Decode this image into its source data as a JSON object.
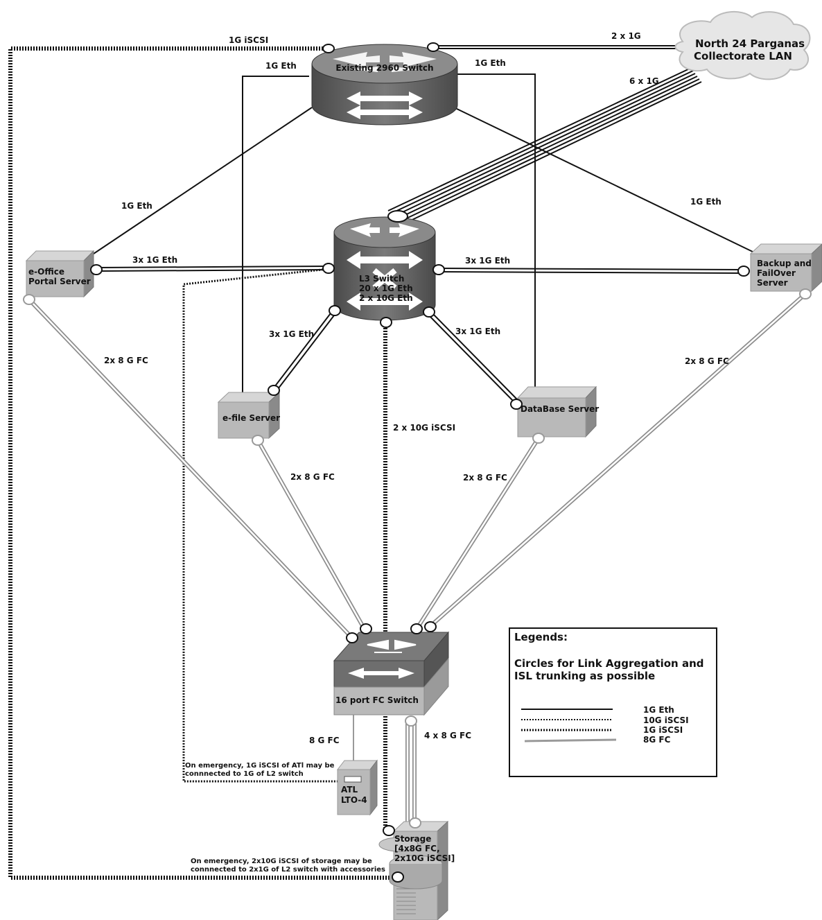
{
  "nodes": {
    "cloud": {
      "line1": "North 24 Parganas",
      "line2": "Collectorate LAN"
    },
    "core_switch": {
      "label": "Existing 2960 Switch"
    },
    "l3_switch": {
      "line1": "L3 Switch",
      "line2": "20 x 1G Eth",
      "line3": "2 x 10G Eth"
    },
    "eoffice": {
      "line1": "e-Office",
      "line2": "Portal Server"
    },
    "backup": {
      "line1": "Backup and",
      "line2": "FailOver",
      "line3": "Server"
    },
    "efile": {
      "label": "e-file Server"
    },
    "database": {
      "label": "DataBase Server"
    },
    "fc_switch": {
      "label": "16 port FC Switch"
    },
    "tape": {
      "line1": "ATL",
      "line2": "LTO-4"
    },
    "storage": {
      "line1": "Storage",
      "line2": "[4x8G FC,",
      "line3": "2x10G iSCSI]"
    }
  },
  "links": {
    "iscsi_top": "1G iSCSI",
    "cloud_core": "2 x 1G",
    "cloud_l3": "6 x 1G",
    "core_efile": "1G Eth",
    "core_db": "1G Eth",
    "core_eoffice": "1G Eth",
    "core_backup": "1G Eth",
    "l3_eoffice": "3x 1G Eth",
    "l3_backup": "3x 1G Eth",
    "l3_efile": "3x 1G Eth",
    "l3_db": "3x 1G Eth",
    "l3_storage": "2 x 10G iSCSI",
    "fc_eoffice": "2x 8 G FC",
    "fc_backup": "2x 8 G FC",
    "fc_efile": "2x 8 G FC",
    "fc_db": "2x 8 G FC",
    "fc_tape": "8 G FC",
    "fc_storage": "4 x 8 G FC"
  },
  "notes": {
    "tape_line1": "On emergency, 1G iSCSI of ATl may be",
    "tape_line2": "connnected to 1G of L2 switch",
    "storage_line1": "On emergency, 2x10G iSCSI of storage may be",
    "storage_line2": "connnected to 2x1G of L2 switch with accessories"
  },
  "legend": {
    "title": "Legends:",
    "desc1": "Circles for Link Aggregation and",
    "desc2": "ISL trunking as possible",
    "items": [
      "1G Eth",
      "10G iSCSI",
      "1G iSCSI",
      "8G FC"
    ]
  },
  "colors": {
    "device": "#b9b9b9",
    "device_dark": "#8a8a8a",
    "switch": "#6e6e6e",
    "fc_link": "#8d8d8d"
  }
}
